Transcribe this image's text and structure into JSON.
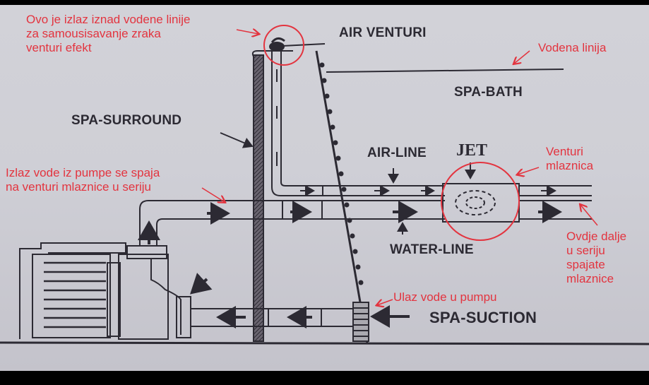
{
  "diagram": {
    "title": "Spa venturi jet plumbing diagram",
    "labels": {
      "air_venturi": "AIR VENTURI",
      "spa_bath": "SPA-BATH",
      "spa_surround": "SPA-SURROUND",
      "air_line": "AIR-LINE",
      "jet": "JET",
      "water_line": "WATER-LINE",
      "spa_suction": "SPA-SUCTION"
    },
    "annotations": {
      "air_inlet": [
        "Ovo je izlaz iznad vodene linije",
        "za samousisavanje zraka",
        "venturi efekt"
      ],
      "water_level": "Vodena linija",
      "pump_output": [
        "Izlaz vode iz pumpe se spaja",
        "na venturi mlaznice u seriju"
      ],
      "venturi_jet": [
        "Venturi",
        "mlaznica"
      ],
      "series_continue": [
        "Ovdje dalje",
        "u seriju",
        "spajate",
        "mlaznice"
      ],
      "pump_inlet": "Ulaz vode u pumpu"
    },
    "colors": {
      "ink": "#2c2a33",
      "annotation": "#e3343f",
      "paper": "#cfcfd6"
    }
  }
}
